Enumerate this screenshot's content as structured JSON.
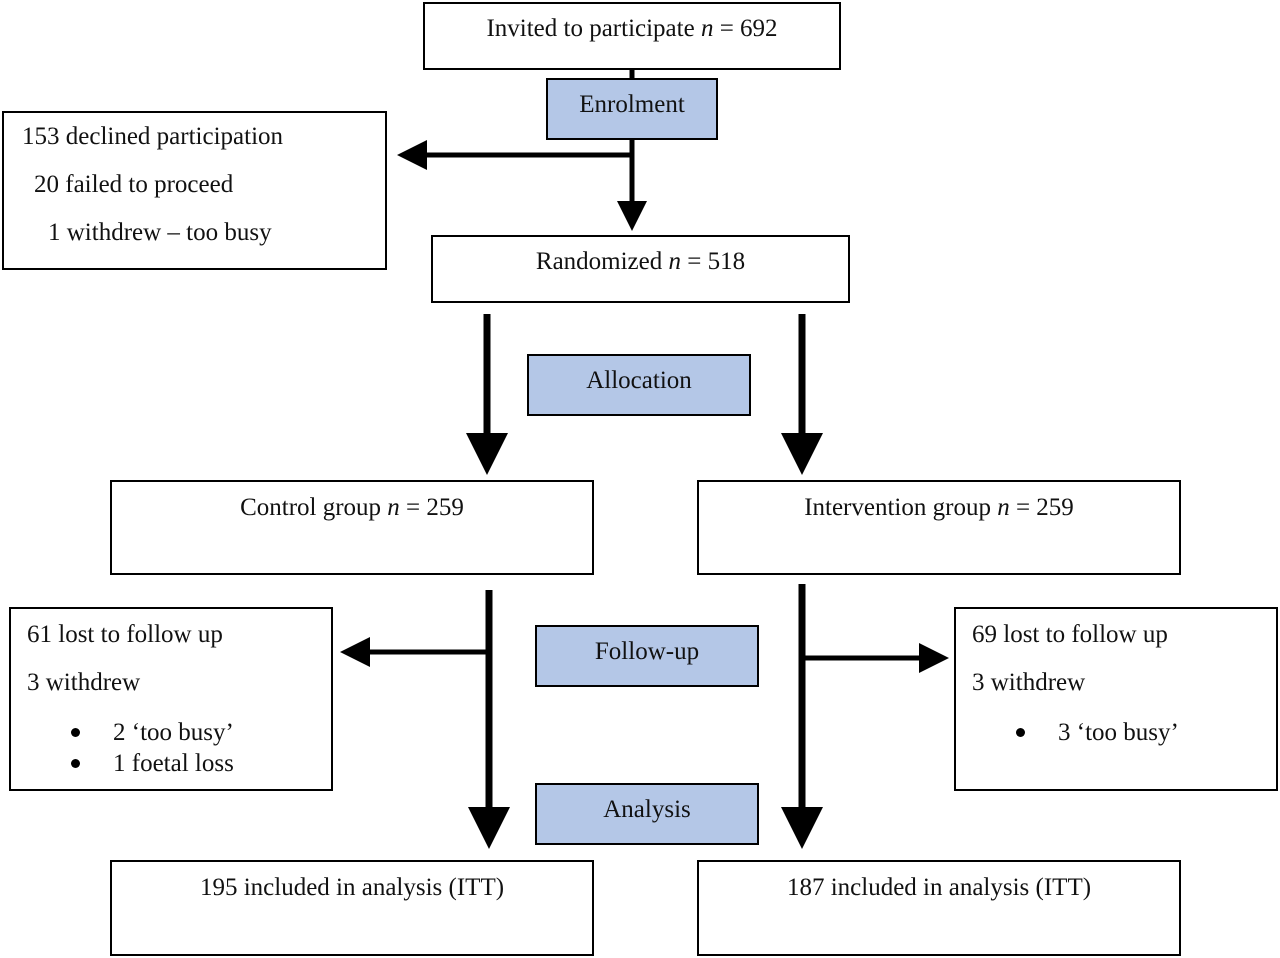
{
  "invited": {
    "label": "Invited to participate",
    "n_prefix": "n",
    "n_value": "= 692"
  },
  "stages": {
    "enrolment": "Enrolment",
    "allocation": "Allocation",
    "followup": "Follow-up",
    "analysis": "Analysis"
  },
  "excluded": {
    "declined": "153 declined participation",
    "failed": "20 failed to proceed",
    "withdrew": "1 withdrew – too busy"
  },
  "randomized": {
    "label": "Randomized",
    "n_prefix": "n",
    "n_value": "= 518"
  },
  "control": {
    "label": "Control group",
    "n_prefix": "n",
    "n_value": "= 259"
  },
  "intervention": {
    "label": "Intervention group",
    "n_prefix": "n",
    "n_value": "= 259"
  },
  "control_loss": {
    "lost": "61 lost to follow up",
    "withdrew": "3 withdrew",
    "bullets": [
      "2 ‘too busy’",
      "1 foetal loss"
    ]
  },
  "intervention_loss": {
    "lost": "69 lost to follow up",
    "withdrew": "3 withdrew",
    "bullets": [
      "3 ‘too busy’"
    ]
  },
  "control_analysis": "195 included in analysis (ITT)",
  "intervention_analysis": "187 included in analysis (ITT)",
  "colors": {
    "stage_fill": "#b4c7e7",
    "border": "#000000"
  }
}
